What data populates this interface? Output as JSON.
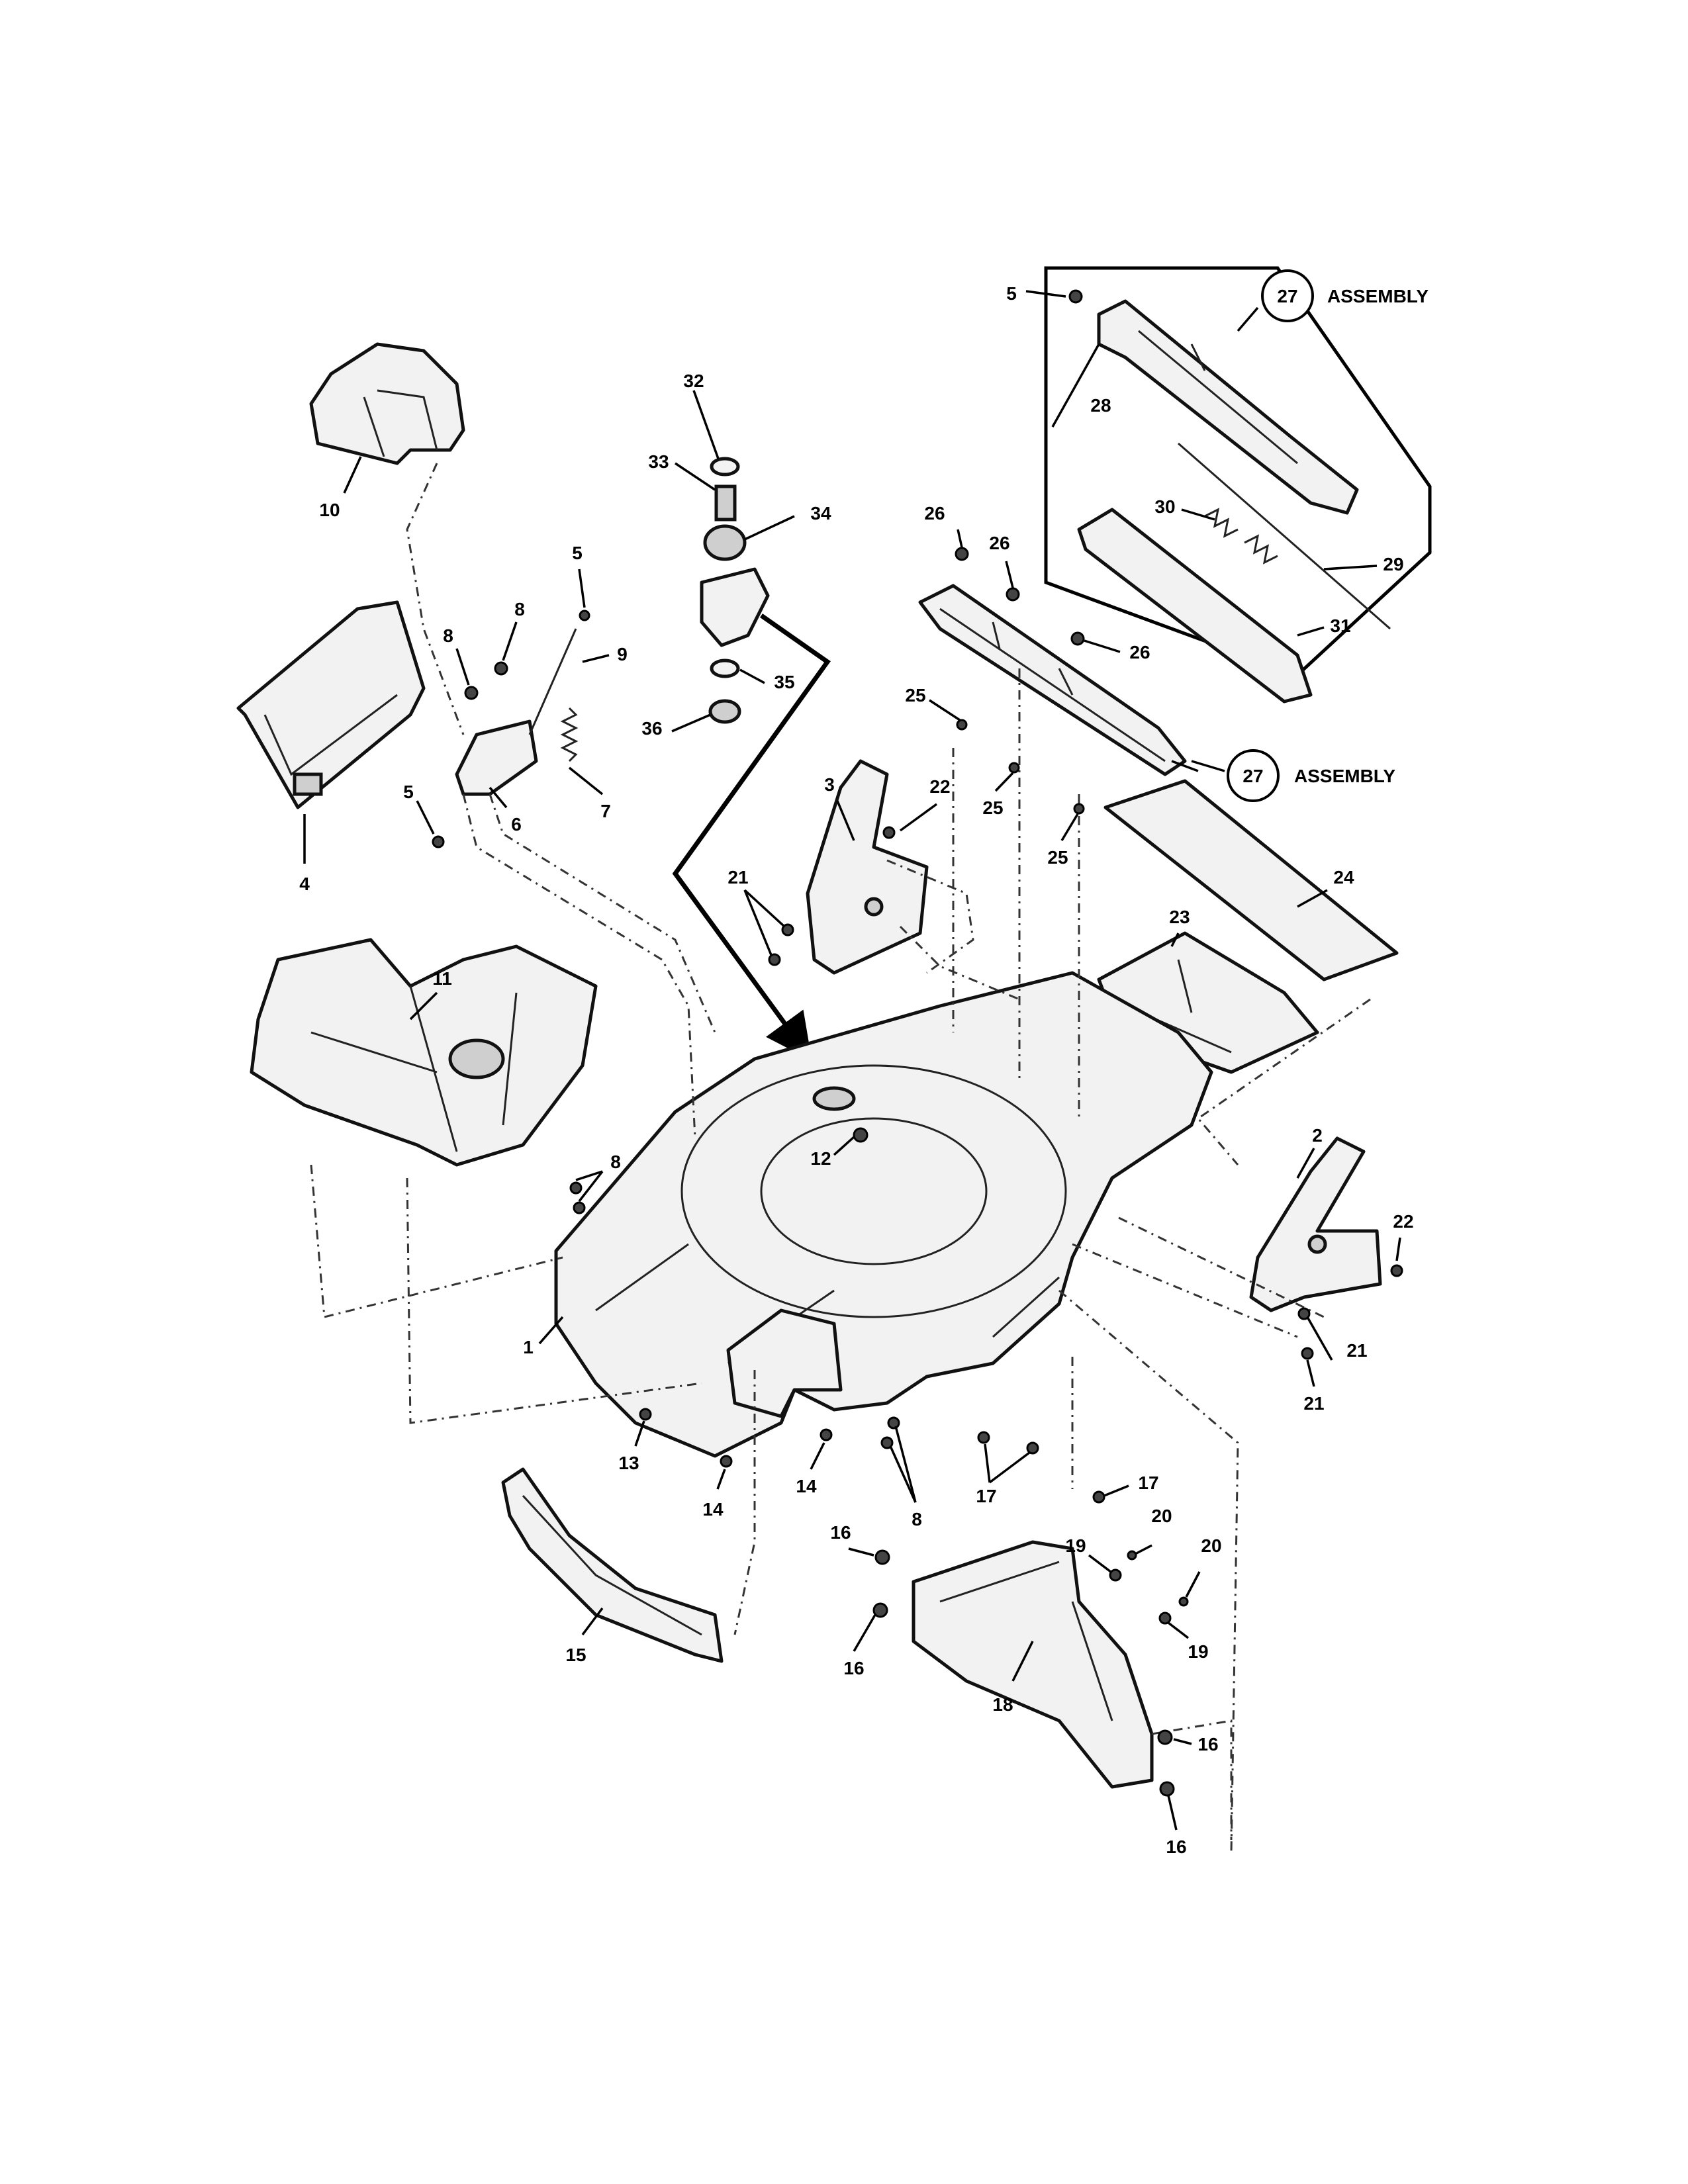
{
  "labels": {
    "l1": "1",
    "l2": "2",
    "l3": "3",
    "l4": "4",
    "l5a": "5",
    "l5b": "5",
    "l5c": "5",
    "l6": "6",
    "l7": "7",
    "l8a": "8",
    "l8b": "8",
    "l8c": "8",
    "l8d": "8",
    "l9": "9",
    "l10": "10",
    "l11": "11",
    "l12": "12",
    "l13": "13",
    "l14a": "14",
    "l14b": "14",
    "l15": "15",
    "l16a": "16",
    "l16b": "16",
    "l16c": "16",
    "l16d": "16",
    "l17a": "17",
    "l17b": "17",
    "l18": "18",
    "l19a": "19",
    "l19b": "19",
    "l20a": "20",
    "l20b": "20",
    "l21a": "21",
    "l21b": "21",
    "l21c": "21",
    "l22a": "22",
    "l22b": "22",
    "l23": "23",
    "l24": "24",
    "l25a": "25",
    "l25b": "25",
    "l25c": "25",
    "l26a": "26",
    "l26b": "26",
    "l26c": "26",
    "l28": "28",
    "l29": "29",
    "l30": "30",
    "l31": "31",
    "l32": "32",
    "l33": "33",
    "l34": "34",
    "l35": "35",
    "l36": "36"
  },
  "assembly": {
    "number": "27",
    "text": "ASSEMBLY"
  }
}
